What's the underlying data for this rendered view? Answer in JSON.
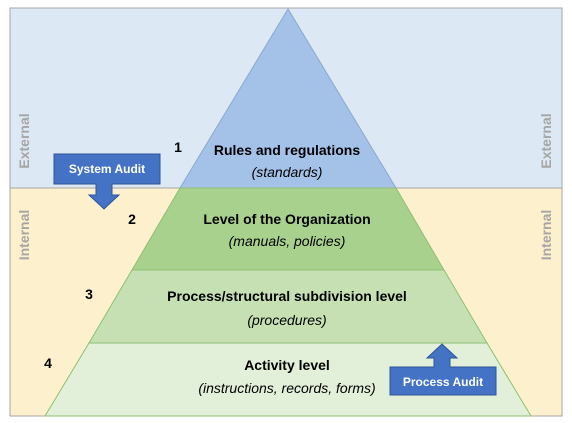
{
  "zones": {
    "external": {
      "label": "External",
      "color": "#dde8f5"
    },
    "internal": {
      "label": "Internal",
      "color": "#fdf0cc"
    }
  },
  "levels": [
    {
      "number": "1",
      "title": "Rules and regulations",
      "subtitle": "(standards)",
      "color": "#a4c2e8"
    },
    {
      "number": "2",
      "title": "Level of the Organization",
      "subtitle": "(manuals, policies)",
      "color": "#a8d18d"
    },
    {
      "number": "3",
      "title": "Process/structural subdivision level",
      "subtitle": "(procedures)",
      "color": "#c6e0b3"
    },
    {
      "number": "4",
      "title": "Activity level",
      "subtitle": "(instructions, records, forms)",
      "color": "#e2efd9"
    }
  ],
  "audits": {
    "system": {
      "label": "System Audit",
      "direction": "down",
      "color": "#4472c4"
    },
    "process": {
      "label": "Process Audit",
      "direction": "up",
      "color": "#4472c4"
    }
  }
}
